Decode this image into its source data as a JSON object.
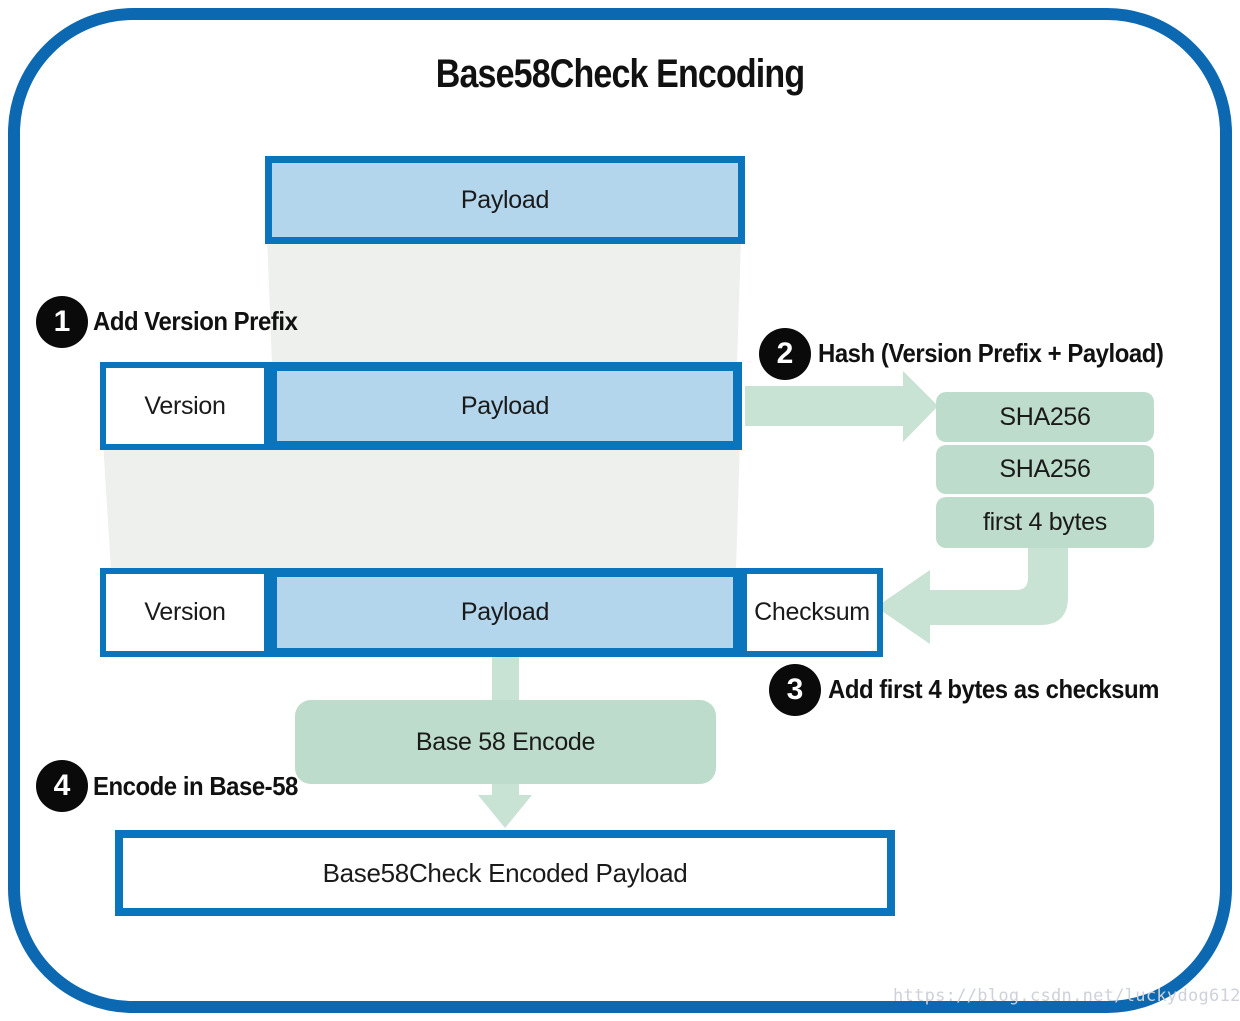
{
  "title": "Base58Check Encoding",
  "colors": {
    "frame_blue": "#0d68b2",
    "box_border_blue": "#0a74bc",
    "payload_light_blue": "#b3d6ec",
    "process_green": "#bedccb",
    "arrow_green": "#c8e2d3",
    "funnel_gray": "#eef0ee",
    "step_circle_black": "#0a0a0a"
  },
  "boxes": {
    "payload_top": "Payload",
    "version_row2": "Version",
    "payload_row2": "Payload",
    "version_row3": "Version",
    "payload_row3": "Payload",
    "checksum": "Checksum",
    "sha256_1": "SHA256",
    "sha256_2": "SHA256",
    "first4bytes": "first 4 bytes",
    "base58_encode": "Base 58 Encode",
    "final_output": "Base58Check Encoded Payload"
  },
  "steps": [
    {
      "num": "1",
      "label": "Add Version Prefix"
    },
    {
      "num": "2",
      "label": "Hash (Version Prefix + Payload)"
    },
    {
      "num": "3",
      "label": "Add first 4 bytes as checksum"
    },
    {
      "num": "4",
      "label": "Encode in Base-58"
    }
  ],
  "watermark": "https://blog.csdn.net/luckydog612"
}
